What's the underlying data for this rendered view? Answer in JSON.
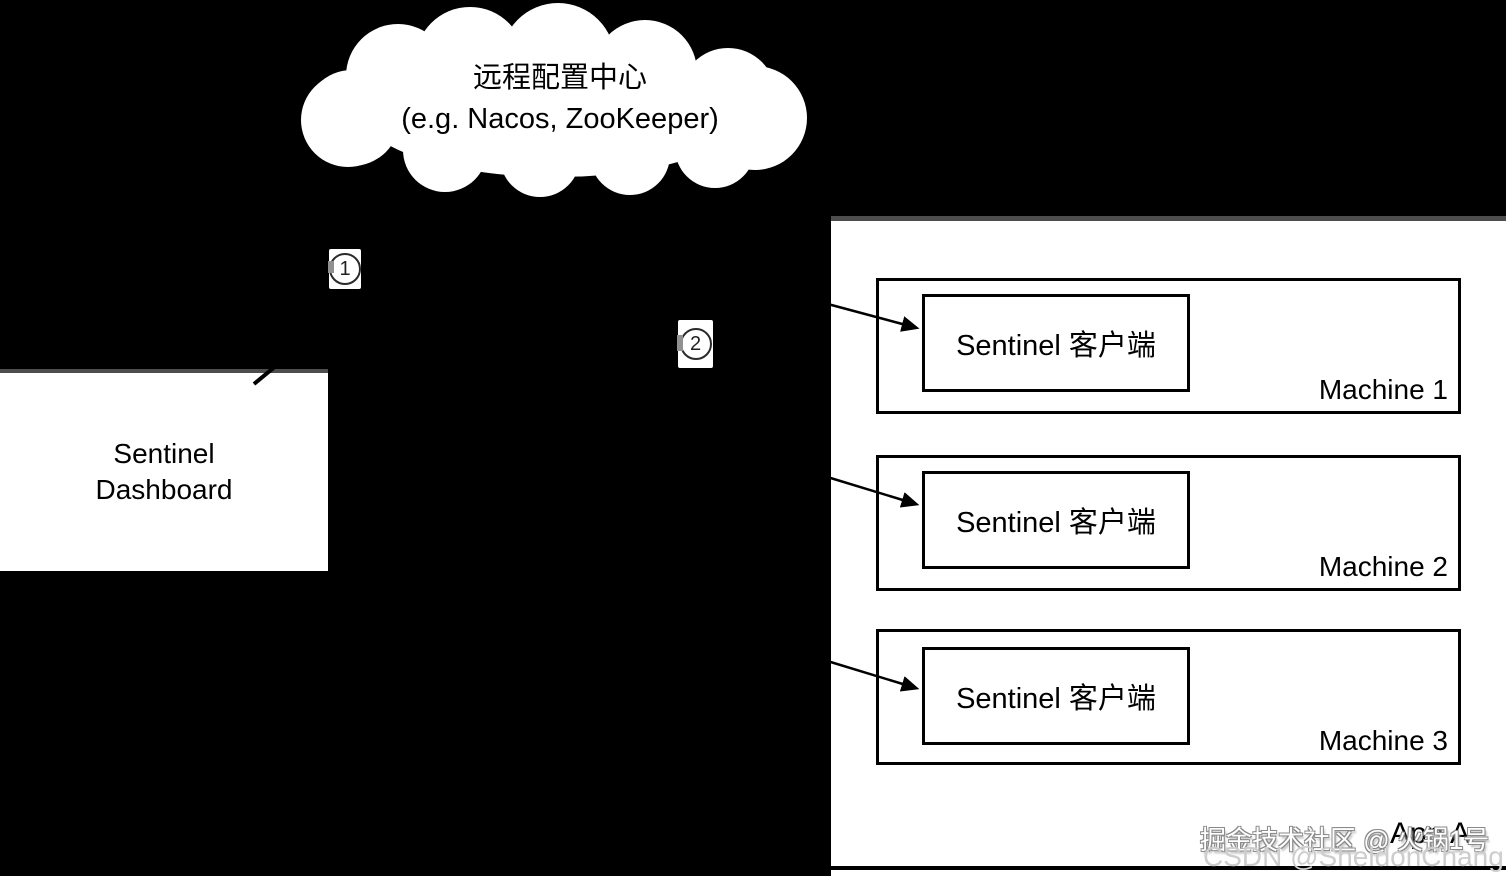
{
  "diagram": {
    "cloud": {
      "label_line1": "远程配置中心",
      "label_line2": "(e.g. Nacos, ZooKeeper)"
    },
    "dashboard": {
      "label_line1": "Sentinel",
      "label_line2": "Dashboard"
    },
    "steps": [
      {
        "number": "1"
      },
      {
        "number": "2"
      }
    ],
    "app": {
      "label": "App A",
      "machines": [
        {
          "name": "Machine 1",
          "client_label": "Sentinel 客户端"
        },
        {
          "name": "Machine 2",
          "client_label": "Sentinel 客户端"
        },
        {
          "name": "Machine 3",
          "client_label": "Sentinel 客户端"
        }
      ]
    },
    "watermarks": {
      "primary": "掘金技术社区 @ 火锅1号",
      "secondary": "CSDN @SheldonChang"
    },
    "colors": {
      "background": "#000000",
      "shape_fill": "#ffffff",
      "line": "#000000",
      "gray_border": "#4d4d4d",
      "watermark_gray": "#cdcdcd"
    }
  }
}
